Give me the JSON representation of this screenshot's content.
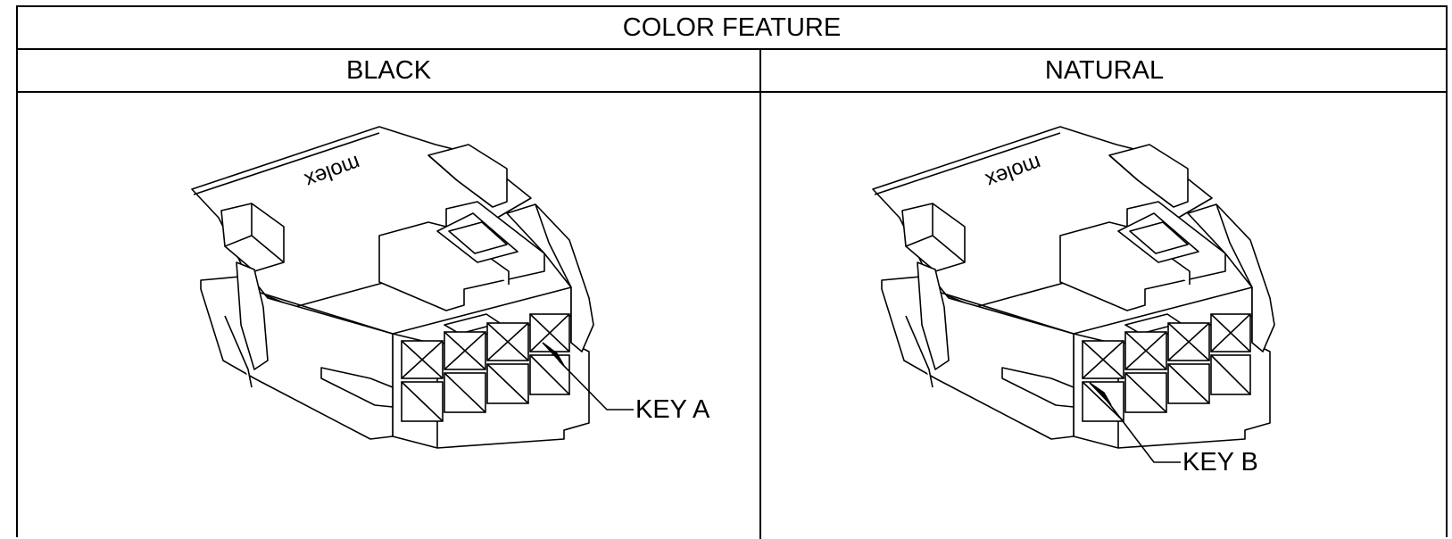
{
  "table": {
    "title": "COLOR FEATURE",
    "columns": [
      {
        "header": "BLACK",
        "callout": "KEY A",
        "logo_text": "molex"
      },
      {
        "header": "NATURAL",
        "callout": "KEY B",
        "logo_text": "molex"
      }
    ]
  },
  "colors": {
    "line": "#000000",
    "background": "#ffffff"
  }
}
